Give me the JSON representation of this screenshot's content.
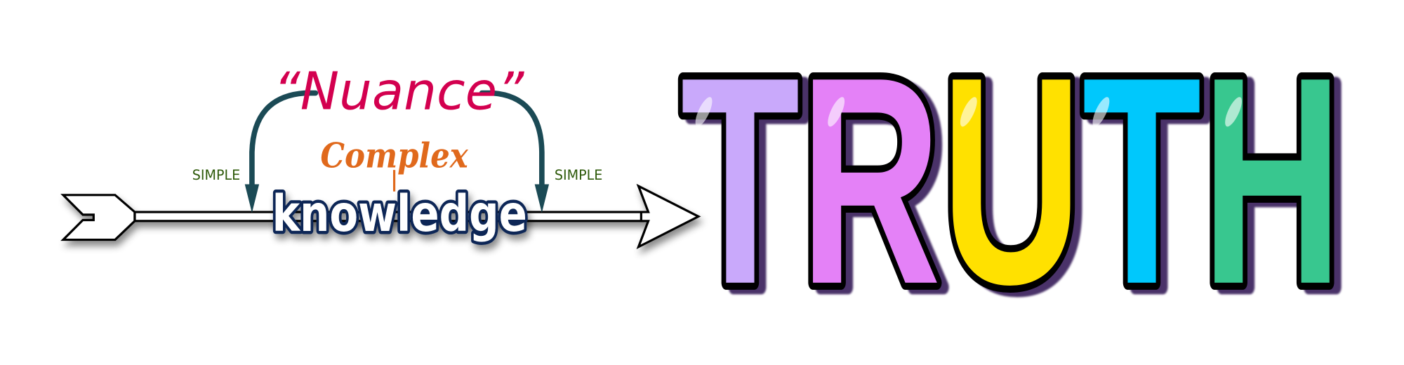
{
  "labels": {
    "nuance": "“Nuance”",
    "complex": "Complex",
    "simple_left": "SIMPLE",
    "simple_right": "SIMPLE",
    "knowledge": "knowledge"
  },
  "truth": {
    "word": "TRUTH",
    "letters": [
      {
        "char": "T",
        "fill": "#c9a9fb",
        "shade": "#7b2cf2"
      },
      {
        "char": "R",
        "fill": "#e481f7",
        "shade": "#86299c"
      },
      {
        "char": "U",
        "fill": "#ffe100",
        "shade": "#d4aa00"
      },
      {
        "char": "T",
        "fill": "#03c8fc",
        "shade": "#036a80"
      },
      {
        "char": "H",
        "fill": "#38c78f",
        "shade": "#288c64"
      }
    ]
  },
  "colors": {
    "nuance": "#d3004f",
    "complex": "#e0691c",
    "simple": "#2e5a0a",
    "bracket": "#1b4a55",
    "knowledge_outline": "#0c2757"
  }
}
